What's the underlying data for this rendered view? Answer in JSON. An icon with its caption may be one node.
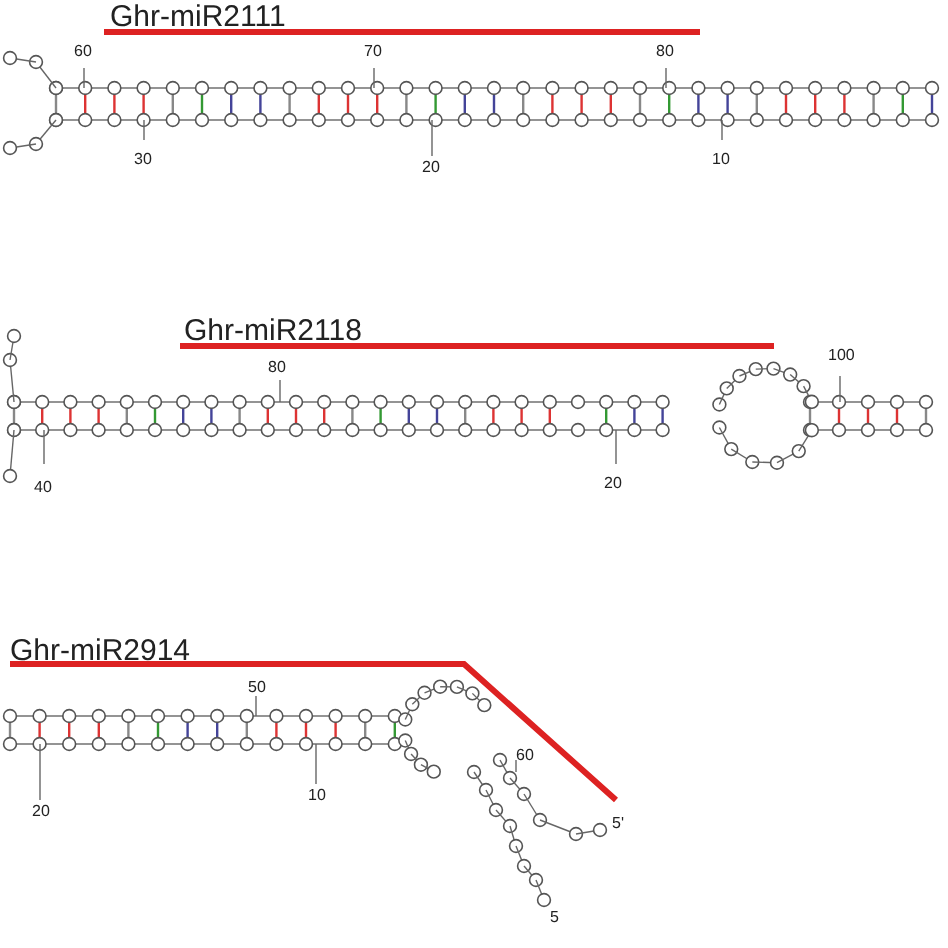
{
  "diagram": {
    "labels": [
      "Ghr-miR2111",
      "60",
      "70",
      "80",
      "30",
      "20",
      "10",
      "Ghr-miR2118",
      "80",
      "100",
      "40",
      "20",
      "Ghr-miR2914",
      "50",
      "60",
      "20",
      "10",
      "5'",
      "5"
    ]
  }
}
